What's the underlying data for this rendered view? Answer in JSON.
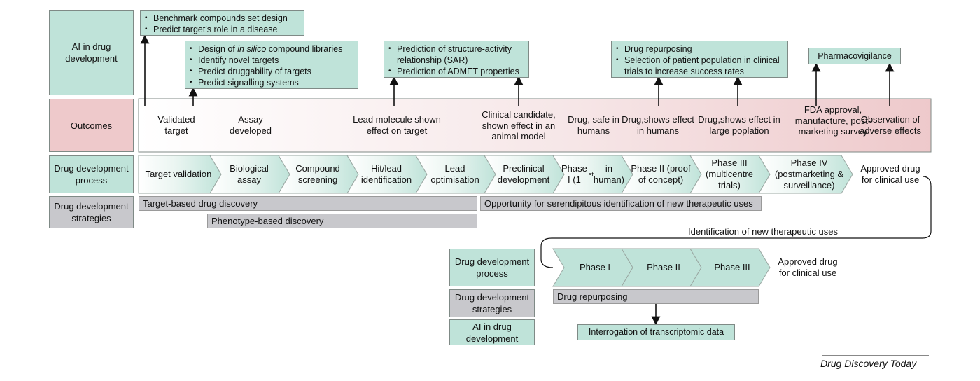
{
  "colors": {
    "ai_teal": "#bfe3d9",
    "outcome_pink": "#eec9cb",
    "strategy_gray": "#c8c8cc",
    "chevron_start": "#ffffff",
    "chevron_end": "#bfe3d9"
  },
  "row_labels": {
    "ai": "AI in drug development",
    "outcomes": "Outcomes",
    "process": "Drug development process",
    "strategies": "Drug development strategies"
  },
  "ai_boxes": {
    "box1": [
      "Benchmark compounds set design",
      "Predict target's role in a disease"
    ],
    "box2": [
      "Design of in silico compound libraries",
      "Identify novel targets",
      "Predict druggability of targets",
      "Predict signalling systems"
    ],
    "box3": [
      "Prediction of structure-activity relationship (SAR)",
      "Prediction of ADMET properties"
    ],
    "box4": [
      "Drug repurposing",
      "Selection of patient population in clinical trials to increase success rates"
    ],
    "box5": "Pharmacovigilance"
  },
  "outcomes": [
    "Validated target",
    "Assay developed",
    "Lead molecule shown effect on target",
    "Clinical candidate, shown effect in an animal model",
    "Drug, safe in humans",
    "Drug,shows effect in humans",
    "Drug,shows effect in large poplation",
    "FDA approval, manufacture, post-marketing survey",
    "Observation of adverse effects"
  ],
  "process_steps": [
    "Target validation",
    "Biological assay",
    "Compound screening",
    "Hit/lead identification",
    "Lead optimisation",
    "Preclinical development",
    "Phase I (1st in human)",
    "Phase II (proof of concept)",
    "Phase III (multicentre trials)",
    "Phase IV (postmarketing & surveillance)"
  ],
  "approved_label": "Approved drug for clinical use",
  "strategies": {
    "target_based": "Target-based drug discovery",
    "phenotype_based": "Phenotype-based discovery",
    "serendipitous": "Opportunity for serendipitous identification of new therapeutic uses"
  },
  "repurposing": {
    "loop_label": "Identification of new therapeutic uses",
    "row_labels": {
      "process": "Drug development process",
      "strategies": "Drug development strategies",
      "ai": "AI in drug development"
    },
    "phases": [
      "Phase I",
      "Phase II",
      "Phase III"
    ],
    "approved_label": "Approved drug for clinical use",
    "strategy": "Drug repurposing",
    "ai_box": "Interrogation of transcriptomic data"
  },
  "credit": "Drug Discovery Today"
}
